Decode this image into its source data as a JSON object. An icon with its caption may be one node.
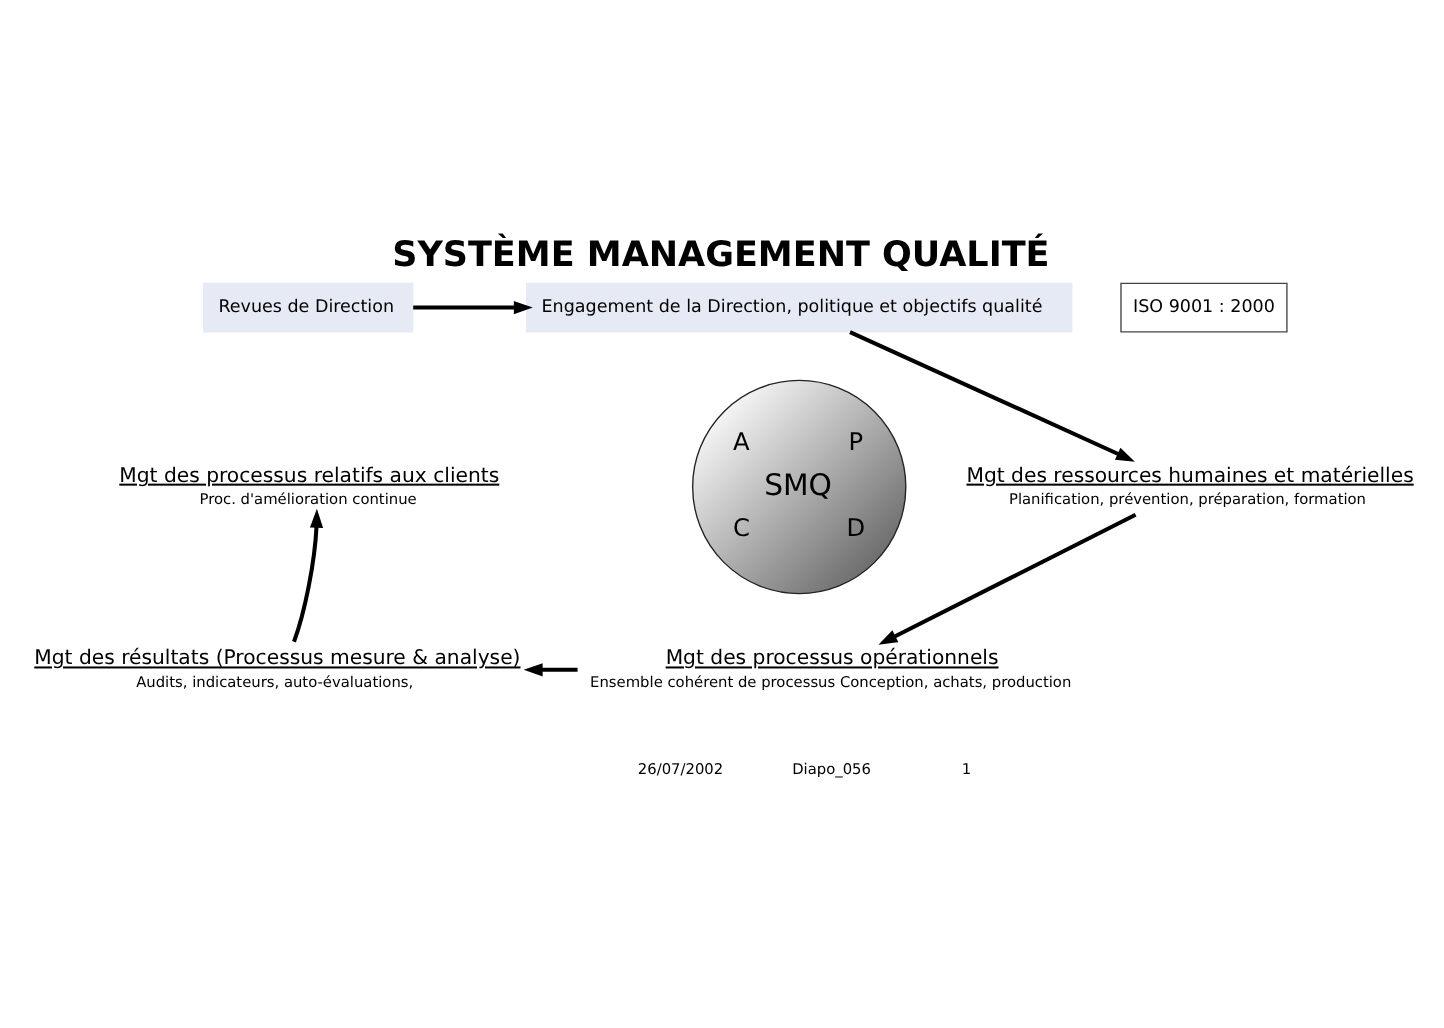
{
  "diagram": {
    "title": "SYSTÈME MANAGEMENT QUALITÉ",
    "nodes": [
      {
        "text": [
          "Engagement de la Direction, politique et objectifs qualité"
        ]
      },
      {
        "text": [
          "Mgt des ressources humaines et matérielles",
          "Planification, prévention, préparation, formation"
        ]
      },
      {
        "text": [
          "Mgt des processus opérationnels",
          "Ensemble cohérent de processus Conception, achats, production"
        ]
      },
      {
        "text": [
          "Mgt des résultats (Processus mesure & analyse)",
          "Audits, indicateurs, auto-évaluations,"
        ]
      },
      {
        "text": [
          "Mgt des processus relatifs aux clients",
          "Proc. d'amélioration continue"
        ]
      },
      {
        "text": [
          "Revues de Direction"
        ]
      },
      {
        "text": [
          "A",
          "P",
          "SMQ",
          "C",
          "D"
        ]
      }
    ],
    "edges": [
      {
        "from": 0,
        "to": 1,
        "arrow": "to"
      },
      {
        "from": 1,
        "to": 2,
        "arrow": "to"
      },
      {
        "from": 2,
        "to": 3,
        "arrow": "to"
      },
      {
        "from": 3,
        "to": 4,
        "arrow": "to"
      },
      {
        "from": 5,
        "to": 0,
        "arrow": "to"
      }
    ],
    "labels": [
      "ISO 9001 : 2000",
      "26/07/2002",
      "Diapo_056",
      "1"
    ]
  }
}
